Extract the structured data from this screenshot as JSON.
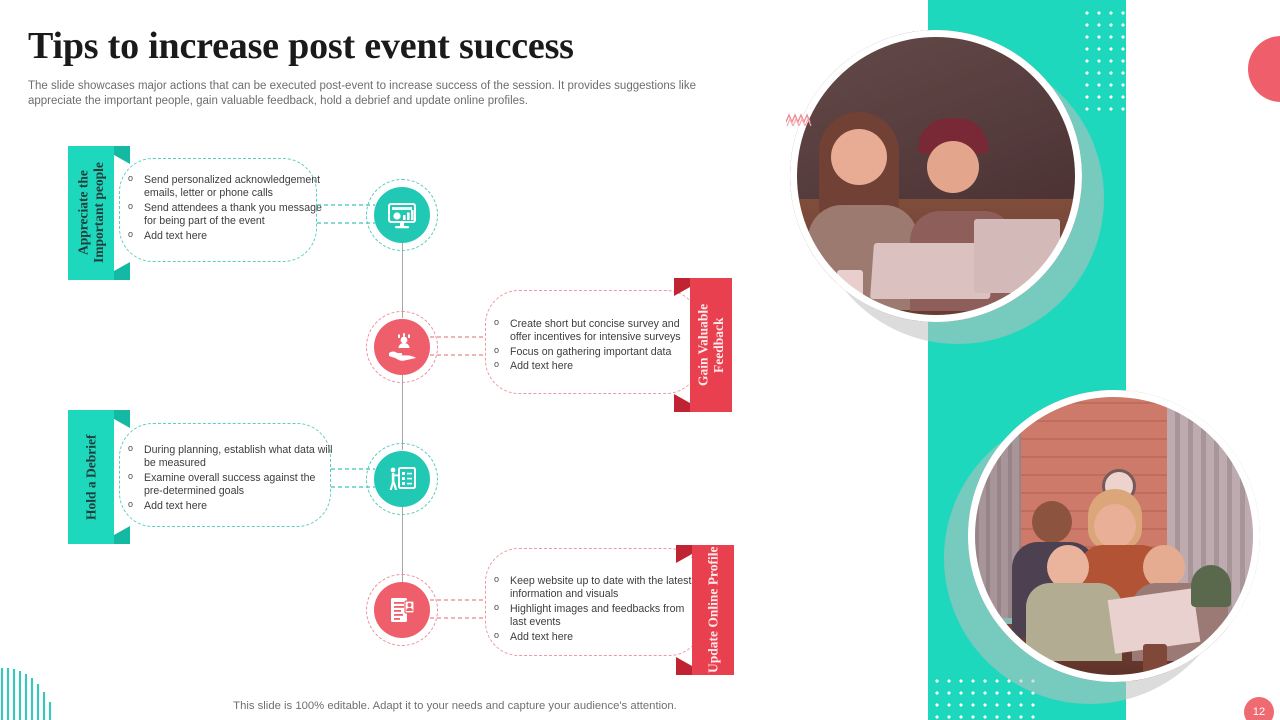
{
  "header": {
    "title": "Tips to increase post event success",
    "subtitle": "The slide showcases major actions that can be executed post-event to  increase success of the session. It provides suggestions like appreciate the important people, gain valuable feedback, hold a debrief and update online profiles."
  },
  "colors": {
    "teal": "#1ed8bd",
    "teal_node": "#21c9b4",
    "coral": "#ef5f6b",
    "coral_ribbon": "#e8404f",
    "text_dark": "#1a1a1a",
    "text_muted": "#6d6d6d"
  },
  "steps": [
    {
      "ribbon_label": "Appreciate the Important people",
      "ribbon_side": "left",
      "ribbon_color": "teal",
      "icon": "dashboard-monitor-icon",
      "icon_color": "teal",
      "bullets": [
        "Send personalized  acknowledgement emails,  letter or phone calls",
        " Send attendees a thank you message for being part of the event",
        "Add text here"
      ]
    },
    {
      "ribbon_label": "Gain Valuable Feedback",
      "ribbon_side": "right",
      "ribbon_color": "coral",
      "icon": "hand-holding-person-icon",
      "icon_color": "coral",
      "bullets": [
        "Create short but concise survey and offer incentives for intensive surveys",
        "Focus on gathering important  data",
        "Add text here"
      ]
    },
    {
      "ribbon_label": "Hold a Debrief",
      "ribbon_side": "left",
      "ribbon_color": "teal",
      "icon": "presenter-board-icon",
      "icon_color": "teal",
      "bullets": [
        "During planning,  establish what data will be measured",
        "Examine  overall success against the pre-determined goals",
        "Add text here"
      ]
    },
    {
      "ribbon_label": "Update Online Profile",
      "ribbon_side": "right",
      "ribbon_color": "coral",
      "icon": "document-profile-icon",
      "icon_color": "coral",
      "bullets": [
        "Keep website up to date with the latest information and visuals",
        "Highlight  images and feedbacks from last events",
        "Add text here"
      ]
    }
  ],
  "decor": {
    "zigzag": "zigzag-icon",
    "stripes": "vertical-stripes-decoration",
    "dots_top": "dot-grid-decoration",
    "dots_bottom": "dot-grid-decoration",
    "coral_edge_circle": "coral-circle-decoration",
    "photo_one": "photo-two-women-laptop",
    "photo_two": "photo-team-meeting"
  },
  "footer": {
    "note": "This slide is 100% editable. Adapt it to your needs and capture your audience's attention.",
    "page_number": "12"
  }
}
